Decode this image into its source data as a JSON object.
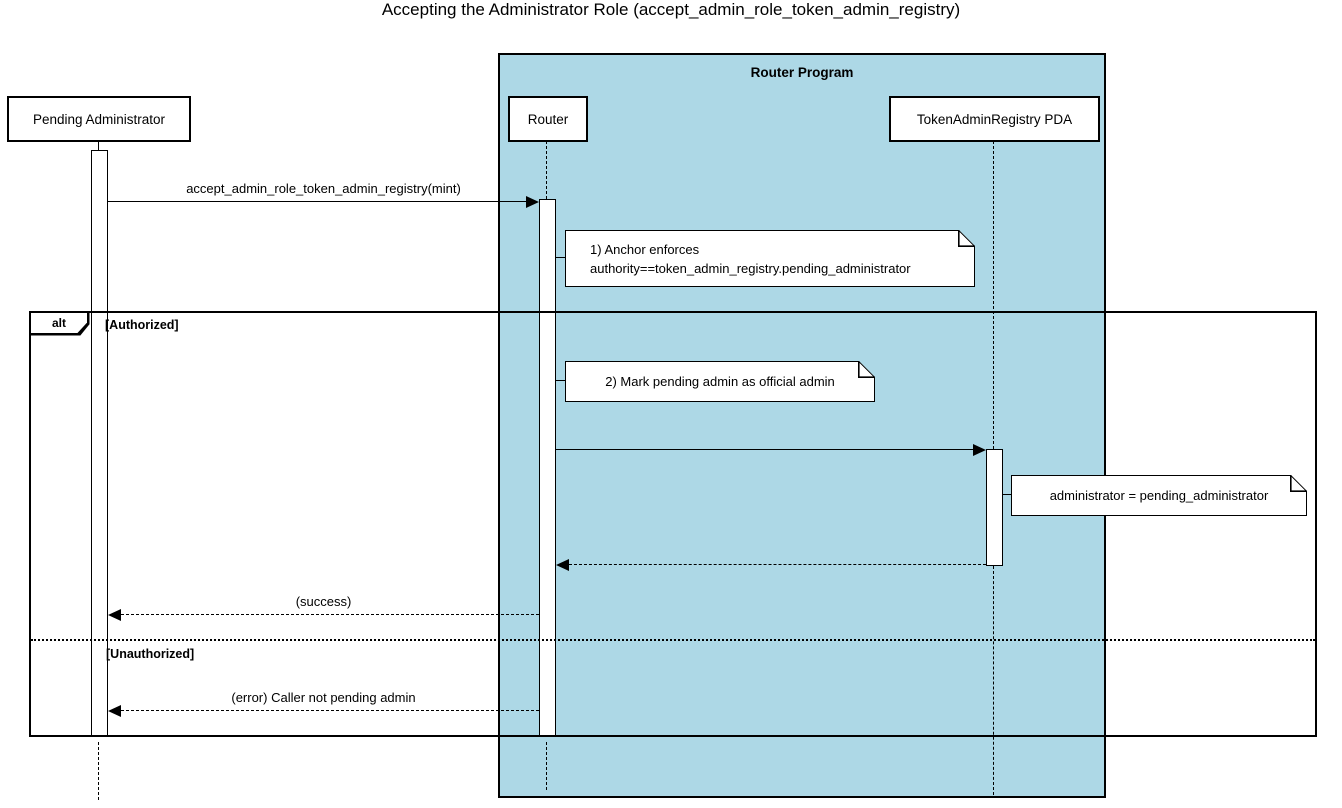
{
  "title": "Accepting the Administrator Role (accept_admin_role_token_admin_registry)",
  "colors": {
    "program_frame_fill": "#ADD8E6",
    "stroke": "#000000",
    "note_fill": "#FFFFFF",
    "background": "#FFFFFF"
  },
  "program_frame": {
    "label": "Router Program"
  },
  "participants": {
    "pending_admin": {
      "label": "Pending Administrator"
    },
    "router": {
      "label": "Router"
    },
    "pda": {
      "label": "TokenAdminRegistry PDA"
    }
  },
  "messages": {
    "accept_admin_role": {
      "label": "accept_admin_role_token_admin_registry(mint)",
      "from": "Pending Administrator",
      "to": "Router",
      "style": "solid"
    },
    "update_registry": {
      "label": "",
      "from": "Router",
      "to": "TokenAdminRegistry PDA",
      "style": "solid"
    },
    "registry_return": {
      "label": "",
      "from": "TokenAdminRegistry PDA",
      "to": "Router",
      "style": "dashed"
    },
    "success": {
      "label": "(success)",
      "from": "Router",
      "to": "Pending Administrator",
      "style": "dashed"
    },
    "error": {
      "label": "(error) Caller not pending admin",
      "from": "Router",
      "to": "Pending Administrator",
      "style": "dashed"
    }
  },
  "notes": {
    "anchor_enforces": {
      "line1": "1) Anchor enforces",
      "line2": "authority==token_admin_registry.pending_administrator"
    },
    "mark_admin": {
      "line1": "2) Mark pending admin as official admin"
    },
    "set_admin": {
      "line1": "administrator = pending_administrator"
    }
  },
  "alt_frame": {
    "operator": "alt",
    "guard_authorized": "[Authorized]",
    "guard_unauthorized": "[Unauthorized]"
  }
}
